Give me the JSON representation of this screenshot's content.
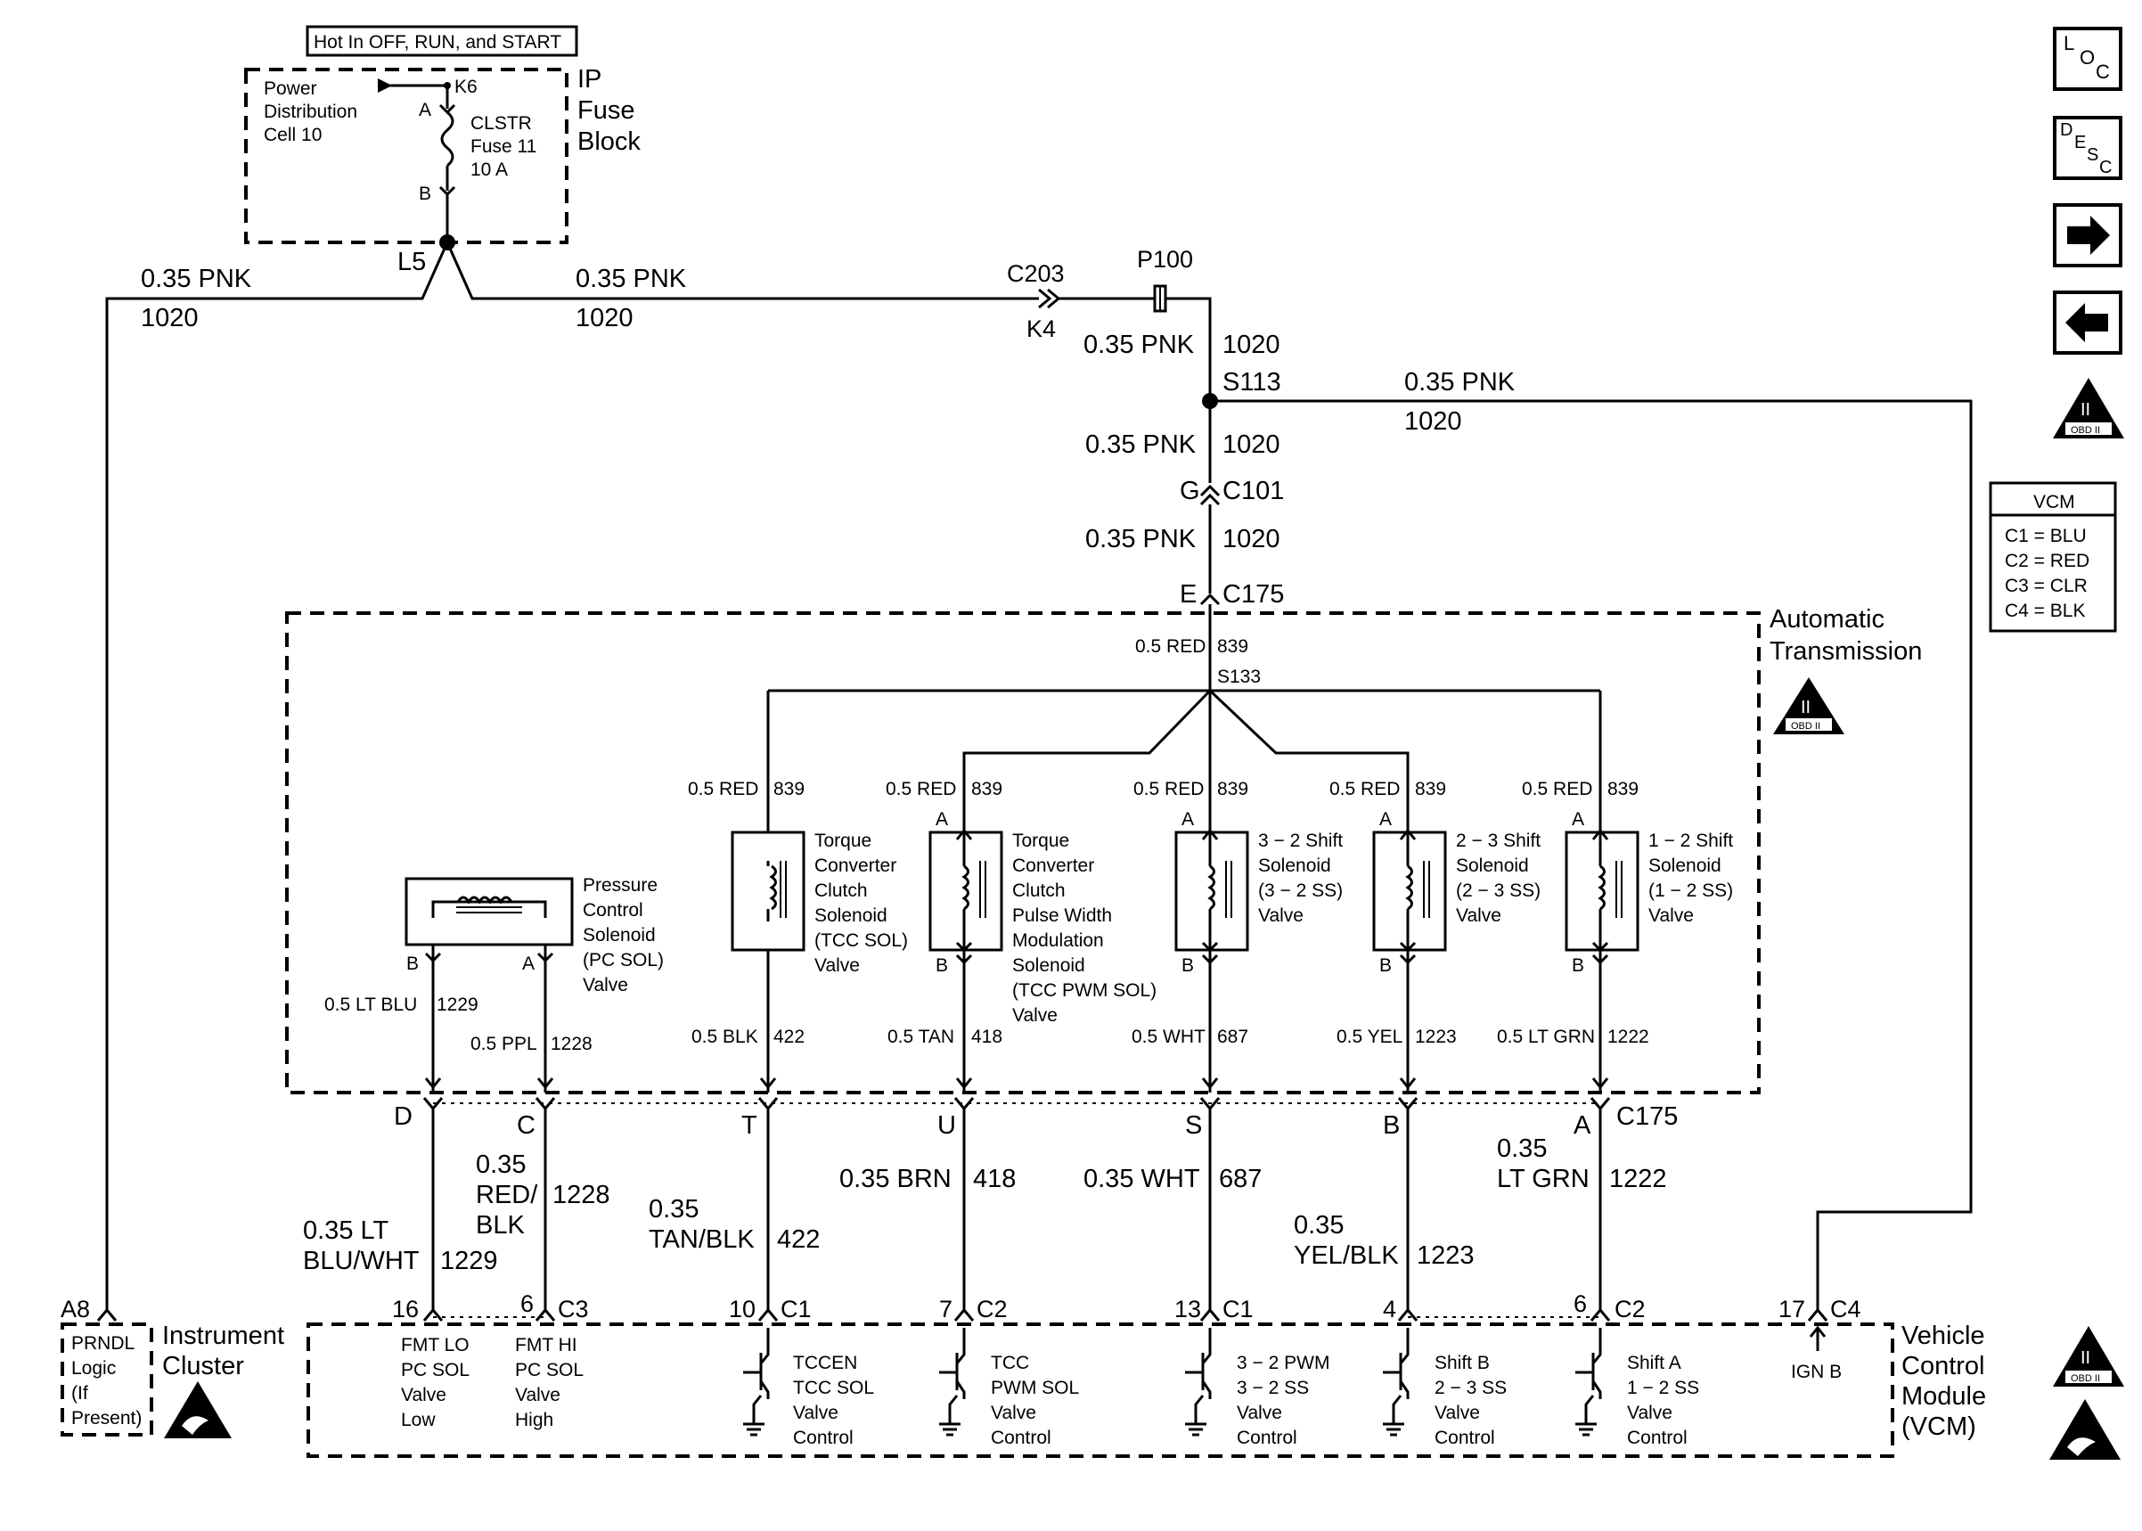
{
  "header": {
    "hot_label": "Hot In OFF, RUN, and START"
  },
  "fuse_block": {
    "title_lines": [
      "IP",
      "Fuse",
      "Block"
    ],
    "pd_lines": [
      "Power",
      "Distribution",
      "Cell 10"
    ],
    "fuse_lines": [
      "CLSTR",
      "Fuse 11",
      "10 A"
    ],
    "pin_k6": "K6",
    "pin_a": "A",
    "pin_b": "B",
    "splice": "L5"
  },
  "wires": {
    "pnk": "0.35 PNK",
    "c1020": "1020",
    "red": "0.5 RED",
    "c839": "839",
    "c203": "C203",
    "k4": "K4",
    "p100": "P100",
    "s113": "S113",
    "c101_pin": "G",
    "c101": "C101",
    "c175_pin": "E",
    "c175": "C175",
    "s133": "S133",
    "ltblu": "0.5 LT BLU",
    "c1229": "1229",
    "ppl": "0.5 PPL",
    "c1228": "1228",
    "blk": "0.5 BLK",
    "c422": "422",
    "tan": "0.5 TAN",
    "c418": "418",
    "wht": "0.5 WHT",
    "c687": "687",
    "yel": "0.5 YEL",
    "c1223": "1223",
    "ltgrn": "0.5 LT GRN",
    "c1222": "1222"
  },
  "transmission": {
    "title_lines": [
      "Automatic",
      "Transmission"
    ]
  },
  "solenoids": {
    "pc": [
      "Pressure",
      "Control",
      "Solenoid",
      "(PC SOL)",
      "Valve"
    ],
    "tcc": [
      "Torque",
      "Converter",
      "Clutch",
      "Solenoid",
      "(TCC SOL)",
      "Valve"
    ],
    "tccpwm": [
      "Torque",
      "Converter",
      "Clutch",
      "Pulse Width",
      "Modulation",
      "Solenoid",
      "(TCC PWM SOL)",
      "Valve"
    ],
    "s32": [
      "3 − 2 Shift",
      "Solenoid",
      "(3 − 2 SS)",
      "Valve"
    ],
    "s23": [
      "2 − 3 Shift",
      "Solenoid",
      "(2 − 3 SS)",
      "Valve"
    ],
    "s12": [
      "1 − 2 Shift",
      "Solenoid",
      "(1 − 2 SS)",
      "Valve"
    ],
    "pin_a": "A",
    "pin_b": "B"
  },
  "c175_pins": {
    "d": "D",
    "c": "C",
    "t": "T",
    "u": "U",
    "s": "S",
    "b": "B",
    "a": "A",
    "conn": "C175"
  },
  "lower_wires": {
    "ltbluwht": [
      "0.35 LT",
      "BLU/WHT"
    ],
    "n1229": "1229",
    "redblk": [
      "0.35",
      "RED/",
      "BLK"
    ],
    "n1228": "1228",
    "tanblk": [
      "0.35",
      "TAN/BLK"
    ],
    "n422": "422",
    "brn": "0.35 BRN",
    "n418": "418",
    "wht": "0.35 WHT",
    "n687": "687",
    "yelblk": [
      "0.35",
      "YEL/BLK"
    ],
    "n1223": "1223",
    "ltgrn": [
      "0.35",
      "LT GRN"
    ],
    "n1222": "1222"
  },
  "vcm_pins": {
    "p16": "16",
    "p6a": "6",
    "c3": "C3",
    "p10": "10",
    "c1a": "C1",
    "p7": "7",
    "c2a": "C2",
    "p13": "13",
    "c1b": "C1",
    "p4": "4",
    "p6b": "6",
    "c2b": "C2",
    "p17": "17",
    "c4": "C4"
  },
  "vcm_labels": {
    "fmtlo": [
      "FMT LO",
      "PC SOL",
      "Valve",
      "Low"
    ],
    "fmthi": [
      "FMT HI",
      "PC SOL",
      "Valve",
      "High"
    ],
    "tccen": [
      "TCCEN",
      "TCC SOL",
      "Valve",
      "Control"
    ],
    "tccpwm": [
      "TCC",
      "PWM SOL",
      "Valve",
      "Control"
    ],
    "pwm32": [
      "3 − 2 PWM",
      "3 − 2 SS",
      "Valve",
      "Control"
    ],
    "shiftb": [
      "Shift B",
      "2 − 3 SS",
      "Valve",
      "Control"
    ],
    "shifta": [
      "Shift A",
      "1 − 2 SS",
      "Valve",
      "Control"
    ],
    "ignb": "IGN B"
  },
  "vcm": {
    "title_lines": [
      "Vehicle",
      "Control",
      "Module",
      "(VCM)"
    ]
  },
  "cluster": {
    "pin": "A8",
    "prndl_lines": [
      "PRNDL",
      "Logic",
      "(If",
      "Present)"
    ],
    "title_lines": [
      "Instrument",
      "Cluster"
    ]
  },
  "legend": {
    "title": "VCM",
    "rows": [
      "C1 = BLU",
      "C2 = RED",
      "C3 = CLR",
      "C4 = BLK"
    ]
  },
  "nav": {
    "loc": [
      "L",
      "O",
      "C"
    ],
    "desc": [
      "D",
      "E",
      "S",
      "C"
    ],
    "obd_roman": "II",
    "obd": "OBD II"
  }
}
